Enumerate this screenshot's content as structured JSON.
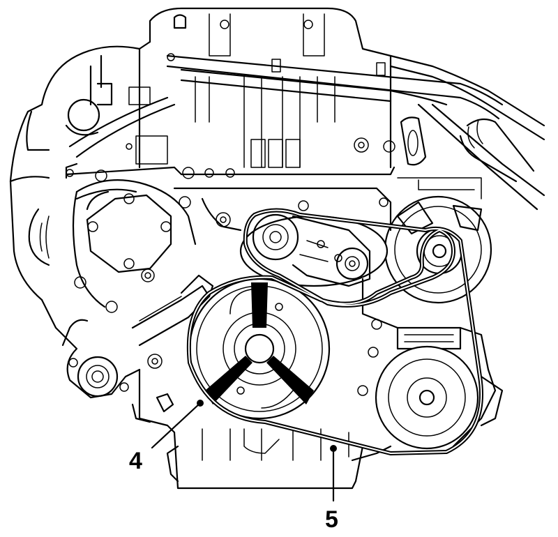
{
  "callouts": [
    {
      "id": "4",
      "label": "4"
    },
    {
      "id": "5",
      "label": "5"
    }
  ],
  "colors": {
    "line": "#000000",
    "background": "#ffffff"
  }
}
